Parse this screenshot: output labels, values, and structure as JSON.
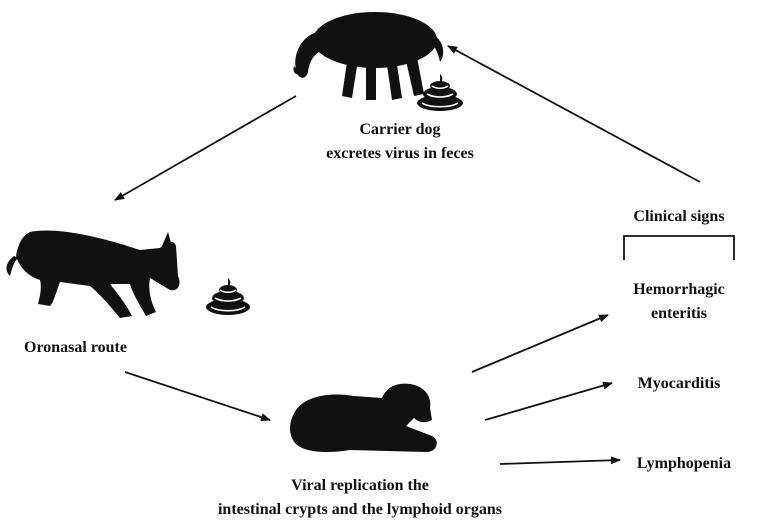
{
  "labels": {
    "carrier_line1": "Carrier dog",
    "carrier_line2": "excretes virus in feces",
    "oronasal": "Oronasal route",
    "replication_line1": "Viral replication the",
    "replication_line2": "intestinal crypts and the lymphoid organs",
    "clinical_signs": "Clinical signs",
    "hemorrhagic_line1": "Hemorrhagic",
    "hemorrhagic_line2": "enteritis",
    "myocarditis": "Myocarditis",
    "lymphopenia": "Lymphopenia"
  },
  "icons": {
    "carrier": "sniffing-dog-icon",
    "oronasal": "crouching-dog-icon",
    "replication": "lying-dog-icon",
    "feces": "feces-icon"
  },
  "colors": {
    "ink": "#111111",
    "background": "#ffffff"
  }
}
